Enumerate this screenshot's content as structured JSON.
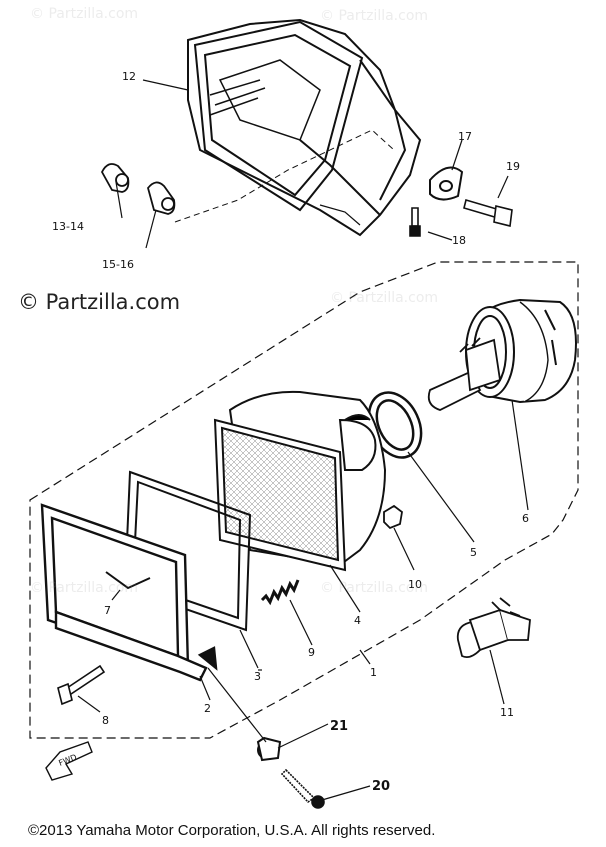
{
  "watermark": {
    "main": "© Partzilla.com",
    "faint": "© Partzilla.com",
    "fwd_label": "FWD"
  },
  "copyright": "©2013 Yamaha Motor Corporation, U.S.A. All rights reserved.",
  "callouts": {
    "c1": "1",
    "c2": "2",
    "c3": "3",
    "c4": "4",
    "c5": "5",
    "c6": "6",
    "c7": "7",
    "c8": "8",
    "c9": "9",
    "c10": "10",
    "c11": "11",
    "c12": "12",
    "c13_14": "13-14",
    "c15_16": "15-16",
    "c17": "17",
    "c18": "18",
    "c19": "19",
    "c20": "20",
    "c21": "21"
  }
}
